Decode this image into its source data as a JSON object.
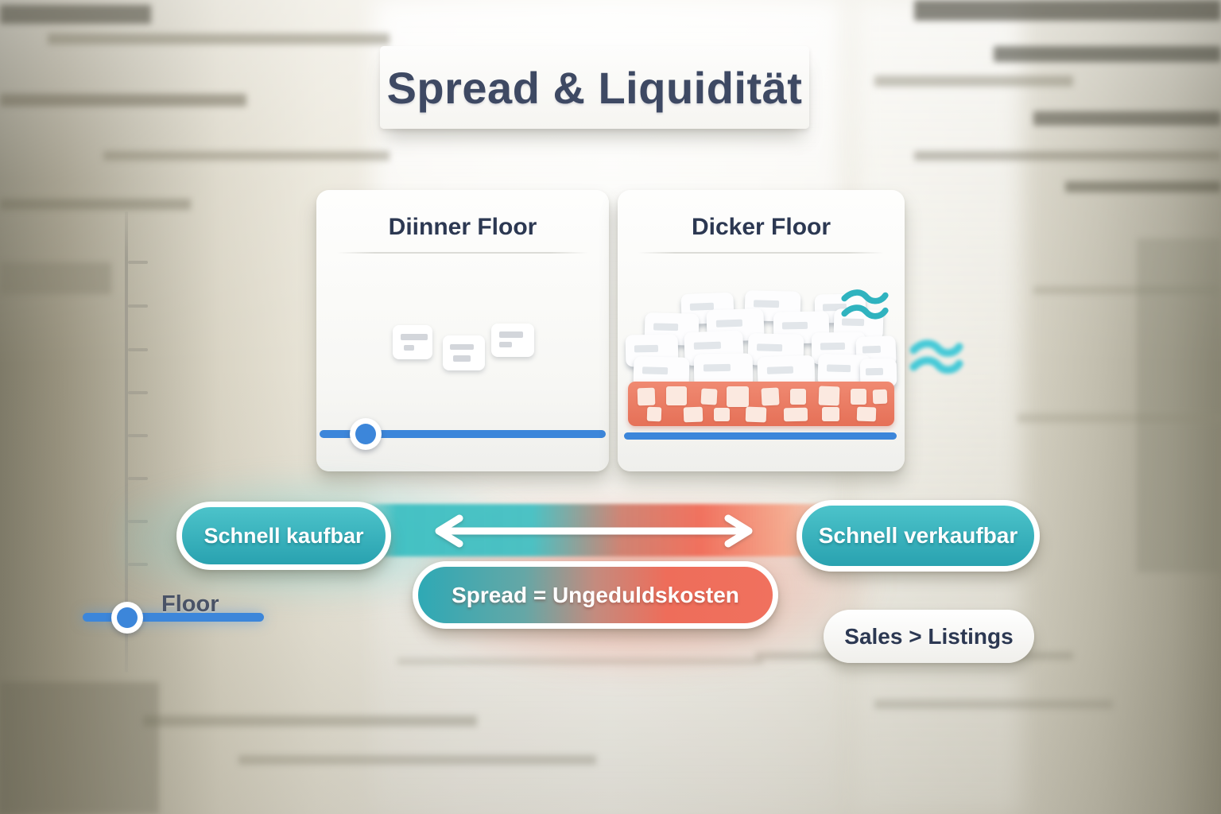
{
  "title": "Spread & Liquidität",
  "cards": {
    "left": {
      "title": "Diinner Floor"
    },
    "right": {
      "title": "Dicker Floor"
    }
  },
  "labels": {
    "buy_pill": "Schnell kaufbar",
    "sell_pill": "Schnell verkaufbar",
    "spread_pill": "Spread = Ungeduldskosten",
    "sales_pill": "Sales > Listings",
    "floor": "Floor"
  },
  "icons": {
    "waves": "≈"
  },
  "colors": {
    "teal": "#34b1bc",
    "coral": "#ee6e5b",
    "blue": "#3c86da",
    "navy": "#2c3852",
    "title-ink": "#3e4963",
    "floor-ink": "#4a5366"
  }
}
